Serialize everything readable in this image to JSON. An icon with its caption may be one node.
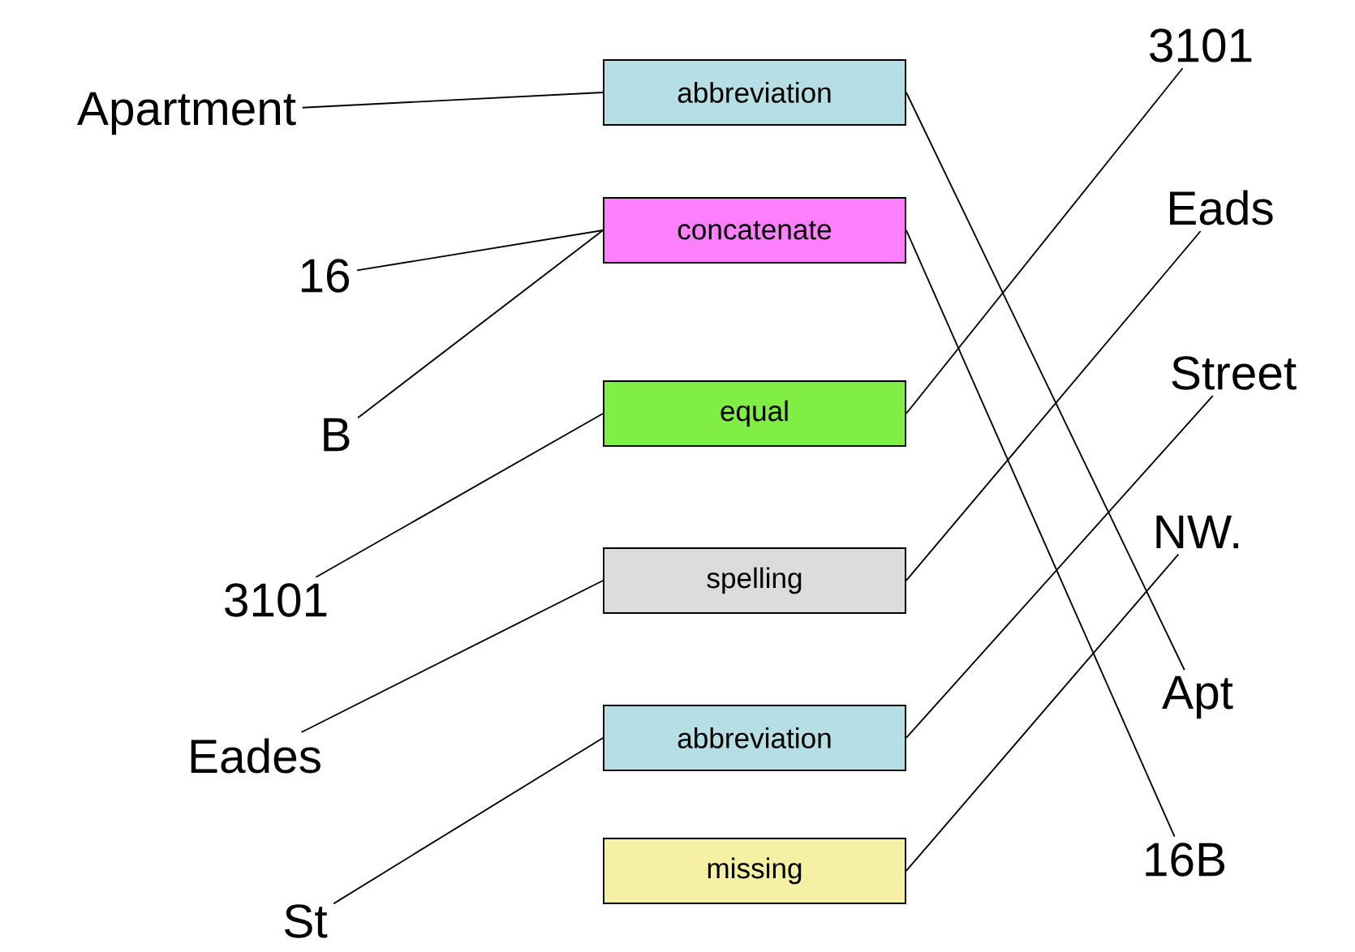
{
  "diagram": {
    "nodes": [
      {
        "text": [
          "Apartment"
        ]
      },
      {
        "text": [
          "16"
        ]
      },
      {
        "text": [
          "B"
        ]
      },
      {
        "text": [
          "3101"
        ]
      },
      {
        "text": [
          "Eades"
        ]
      },
      {
        "text": [
          "St"
        ]
      },
      {
        "text": [
          "abbreviation"
        ]
      },
      {
        "text": [
          "concatenate"
        ]
      },
      {
        "text": [
          "equal"
        ]
      },
      {
        "text": [
          "spelling"
        ]
      },
      {
        "text": [
          "abbreviation"
        ]
      },
      {
        "text": [
          "missing"
        ]
      },
      {
        "text": [
          "3101"
        ]
      },
      {
        "text": [
          "Eads"
        ]
      },
      {
        "text": [
          "Street"
        ]
      },
      {
        "text": [
          "NW."
        ]
      },
      {
        "text": [
          "Apt"
        ]
      },
      {
        "text": [
          "16B"
        ]
      }
    ],
    "edges": [
      {
        "from": 0,
        "to": 6,
        "arrow": "none"
      },
      {
        "from": 1,
        "to": 7,
        "arrow": "none"
      },
      {
        "from": 2,
        "to": 7,
        "arrow": "none"
      },
      {
        "from": 3,
        "to": 8,
        "arrow": "none"
      },
      {
        "from": 4,
        "to": 9,
        "arrow": "none"
      },
      {
        "from": 5,
        "to": 10,
        "arrow": "none"
      },
      {
        "from": 6,
        "to": 16,
        "arrow": "none"
      },
      {
        "from": 7,
        "to": 17,
        "arrow": "none"
      },
      {
        "from": 8,
        "to": 12,
        "arrow": "none"
      },
      {
        "from": 9,
        "to": 13,
        "arrow": "none"
      },
      {
        "from": 10,
        "to": 14,
        "arrow": "none"
      },
      {
        "from": 11,
        "to": 15,
        "arrow": "none"
      }
    ]
  }
}
